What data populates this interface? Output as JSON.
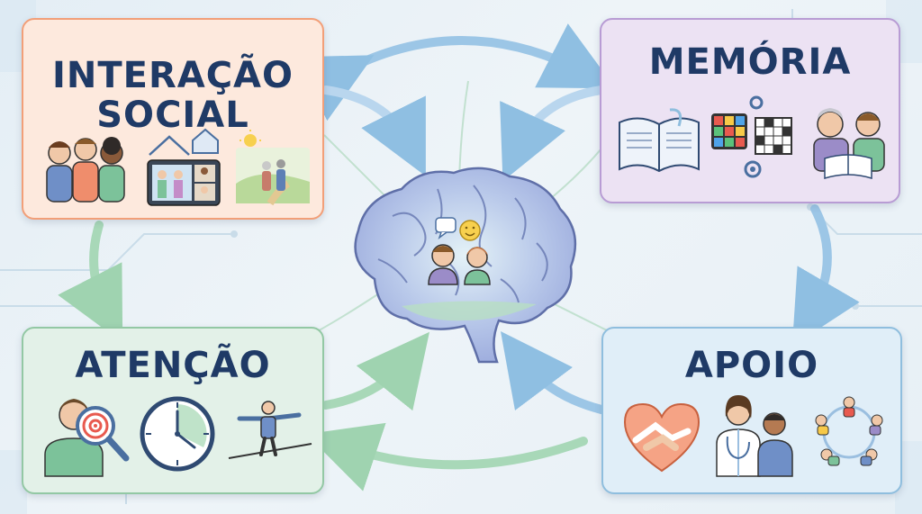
{
  "cards": {
    "social": {
      "title_line1": "INTERAÇÃO",
      "title_line2": "SOCIAL",
      "bg": "#fde9dd",
      "border": "#f29f78"
    },
    "memoria": {
      "title": "MEMÓRIA",
      "bg": "#ece2f3",
      "border": "#b89cd4"
    },
    "atencao": {
      "title": "ATENÇÃO",
      "bg": "#e3f1e8",
      "border": "#93c8a4"
    },
    "apoio": {
      "title": "APOIO",
      "bg": "#e0eef8",
      "border": "#8fbede"
    }
  },
  "icons": {
    "social": [
      "family-group-icon",
      "video-call-home-icon",
      "couple-walking-icon"
    ],
    "memoria": [
      "open-book-icon",
      "puzzle-cube-icon",
      "crossword-icon",
      "reading-with-elder-icon"
    ],
    "atencao": [
      "focus-magnifier-icon",
      "clock-icon",
      "balance-walker-icon"
    ],
    "apoio": [
      "handshake-heart-icon",
      "doctor-patient-icon",
      "community-circle-icon"
    ]
  },
  "center": {
    "icon": "brain-with-conversation-icon"
  },
  "colors": {
    "title_text": "#1f3a66",
    "arrow_blue": "#9cc6e6",
    "arrow_green": "#a8d8b8"
  }
}
